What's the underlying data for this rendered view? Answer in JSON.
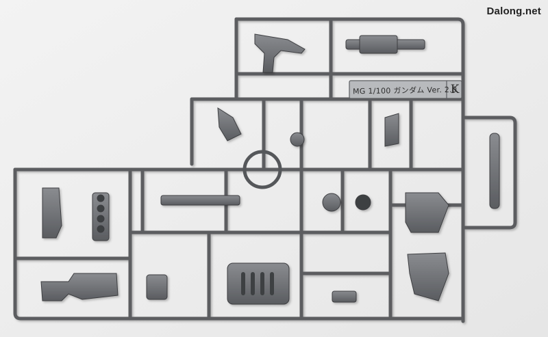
{
  "watermark": "Dalong.net",
  "plate": {
    "letter": "K",
    "text": "MG 1/100 ガンダム Ver. 2.0"
  },
  "colors": {
    "background": "#efefef",
    "runner": "#5f6163",
    "part": "#6b6d70",
    "part_dark": "#3e4043",
    "part_light": "#8f9194"
  }
}
